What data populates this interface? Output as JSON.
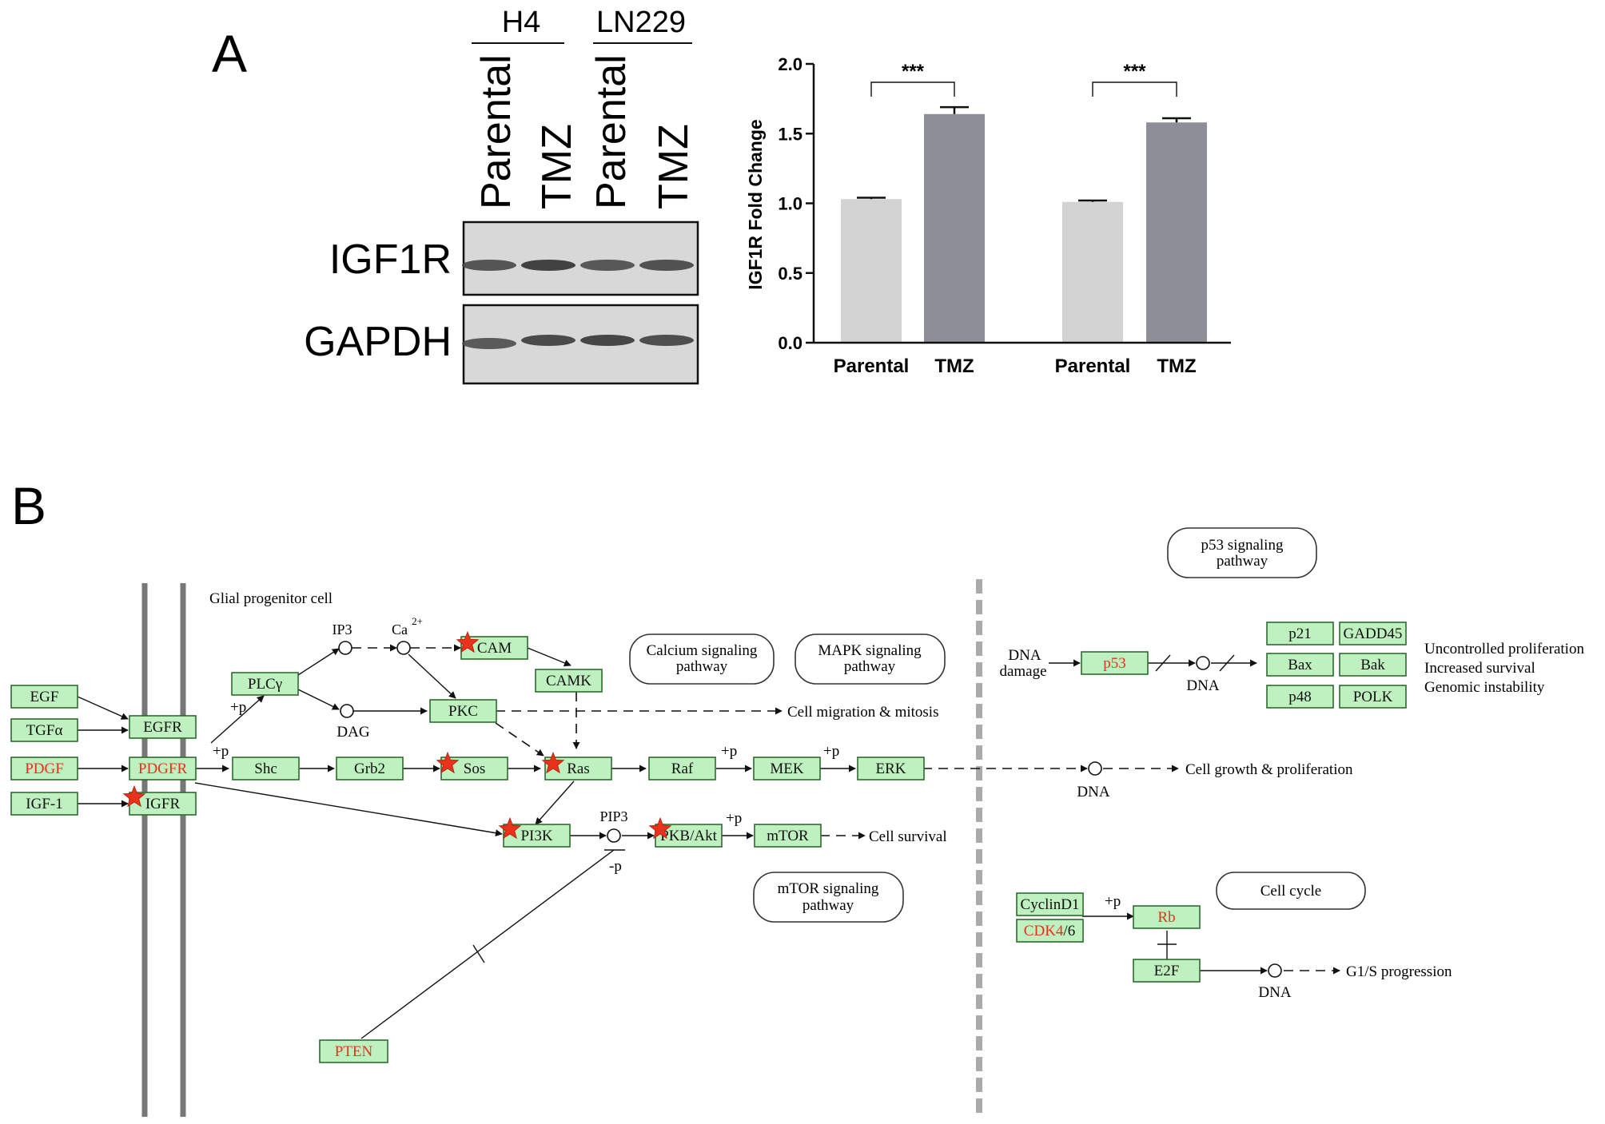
{
  "panel_a": {
    "label": "A",
    "cell_lines": [
      "H4",
      "LN229"
    ],
    "lane_labels": [
      "Parental",
      "TMZ",
      "Parental",
      "TMZ"
    ],
    "blots": [
      {
        "name": "IGF1R",
        "band_intensity": [
          0.62,
          0.82,
          0.6,
          0.66
        ]
      },
      {
        "name": "GAPDH",
        "band_intensity": [
          0.58,
          0.74,
          0.78,
          0.7
        ]
      }
    ]
  },
  "chart_data": {
    "type": "bar",
    "categories": [
      "Parental",
      "TMZ",
      "Parental",
      "TMZ"
    ],
    "values": [
      1.03,
      1.64,
      1.01,
      1.58
    ],
    "errors": [
      0.01,
      0.05,
      0.01,
      0.03
    ],
    "bar_colors": [
      "#d3d3d4",
      "#8e8e96",
      "#d3d3d4",
      "#8e8e96"
    ],
    "ylabel": "IGF1R Fold Change",
    "ylim": [
      0,
      2.0
    ],
    "yticks": [
      "0.0",
      "0.5",
      "1.0",
      "1.5",
      "2.0"
    ],
    "significance": [
      {
        "between": [
          0,
          1
        ],
        "label": "***"
      },
      {
        "between": [
          2,
          3
        ],
        "label": "***"
      }
    ]
  },
  "panel_b": {
    "label": "B",
    "cell_label": "Glial progenitor cell",
    "genes": {
      "egf": "EGF",
      "tgfa": "TGFα",
      "pdgf": "PDGF",
      "igf1": "IGF-1",
      "egfr": "EGFR",
      "pdgfr": "PDGFR",
      "igfr": "IGFR",
      "plcg": "PLCγ",
      "cam": "CAM",
      "camk": "CAMK",
      "pkc": "PKC",
      "shc": "Shc",
      "grb2": "Grb2",
      "sos": "Sos",
      "ras": "Ras",
      "raf": "Raf",
      "mek": "MEK",
      "erk": "ERK",
      "pi3k": "PI3K",
      "pkb": "PKB/Akt",
      "mtor": "mTOR",
      "pten": "PTEN",
      "p53": "p53",
      "p21": "p21",
      "gadd45": "GADD45",
      "bax": "Bax",
      "bak": "Bak",
      "p48": "p48",
      "polk": "POLK",
      "cyclind1": "CyclinD1",
      "cdk46_a": "CDK4",
      "cdk46_b": "/6",
      "rb": "Rb",
      "e2f": "E2F"
    },
    "red_genes": [
      "pdgf",
      "pdgfr",
      "pten",
      "p53",
      "rb"
    ],
    "starred_genes": [
      "cam",
      "sos",
      "ras",
      "igfr",
      "pi3k",
      "pkb"
    ],
    "compounds": {
      "ip3": "IP3",
      "ca": "Ca",
      "ca_sup": "2+",
      "dag": "DAG",
      "pip3": "PIP3",
      "dna": "DNA"
    },
    "mods": {
      "plus_p": "+p",
      "minus_p": "-p"
    },
    "pathways": {
      "calcium": [
        "Calcium signaling",
        "pathway"
      ],
      "mapk": [
        "MAPK signaling",
        "pathway"
      ],
      "mtor": [
        "mTOR signaling",
        "pathway"
      ],
      "p53": [
        "p53 signaling",
        "pathway"
      ],
      "cellcycle": [
        "Cell cycle"
      ]
    },
    "outcomes": {
      "migration": "Cell migration & mitosis",
      "growth": "Cell growth & proliferation",
      "survival": "Cell survival",
      "g1s": "G1/S progression",
      "dna_damage": [
        "DNA",
        "damage"
      ],
      "p53_effects": [
        "Uncontrolled proliferation",
        "Increased survival",
        "Genomic instability"
      ]
    }
  }
}
